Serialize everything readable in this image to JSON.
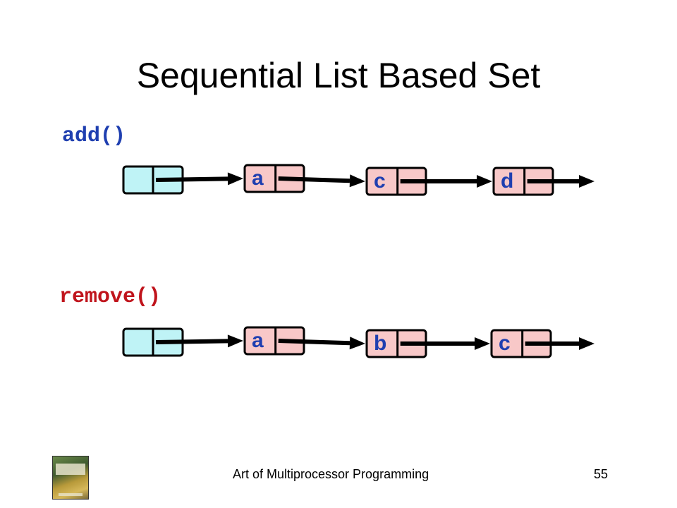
{
  "slide": {
    "title": "Sequential List Based Set",
    "footer_title": "Art of Multiprocessor Programming",
    "page_number": "55"
  },
  "sections": {
    "add": {
      "label": "add()",
      "label_color": "#1f3fb0",
      "nodes": [
        "",
        "a",
        "c",
        "d"
      ]
    },
    "remove": {
      "label": "remove()",
      "label_color": "#c0141c",
      "nodes": [
        "",
        "a",
        "b",
        "c"
      ]
    }
  },
  "colors": {
    "head_node_fill": "#bff3f6",
    "node_fill": "#f8c8c8",
    "letter_color": "#1f3fb0",
    "arrow_color": "#000000"
  },
  "icons": {
    "footer_image": "book-cover-icon"
  }
}
